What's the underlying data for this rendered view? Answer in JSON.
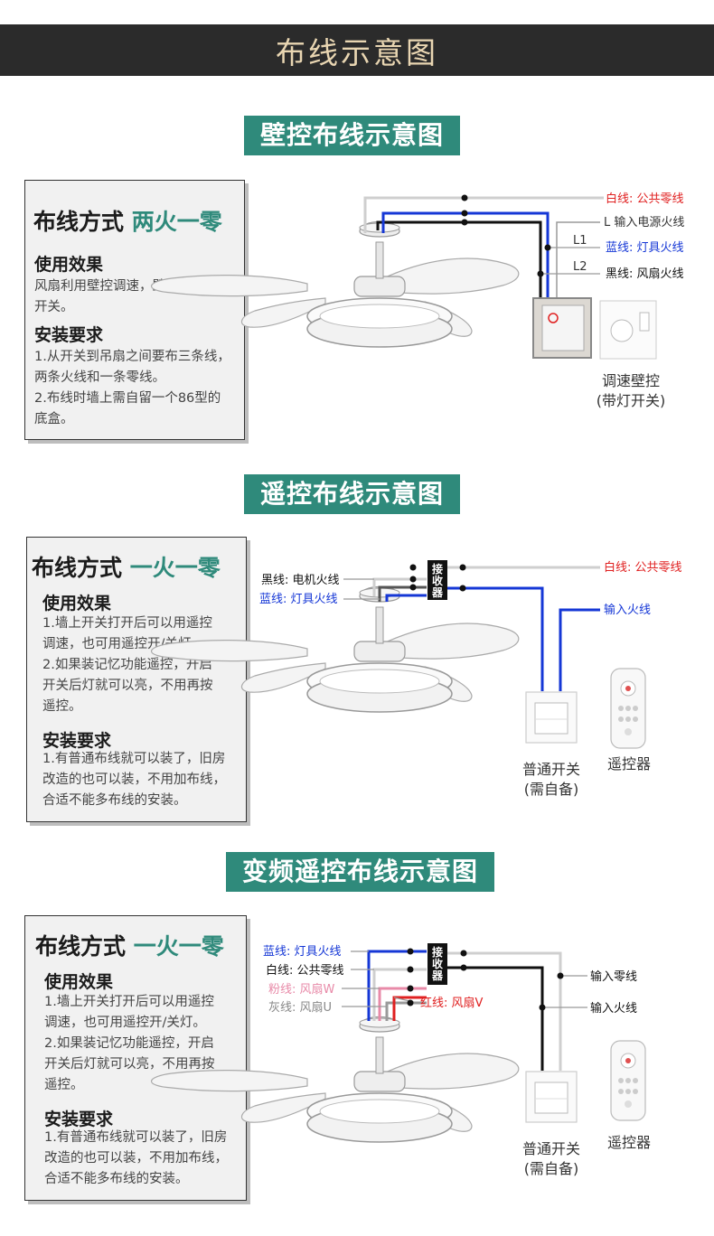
{
  "header": {
    "title": "布线示意图"
  },
  "sections": [
    {
      "title": "壁控布线示意图",
      "method_prefix": "布线方式",
      "method_accent": "两火一零",
      "effect_heading": "使用效果",
      "effect_lines": [
        "风扇利用壁控调速，壁控控制灯具",
        "开关。"
      ],
      "install_heading": "安装要求",
      "install_lines": [
        "1.从开关到吊扇之间要布三条线，",
        "两条火线和一条零线。",
        "2.布线时墙上需自留一个86型的",
        "底盒。"
      ],
      "wires": {
        "white": "白线: 公共零线",
        "input": "L 输入电源火线",
        "blue": "蓝线: 灯具火线",
        "black": "黑线: 风扇火线",
        "l1": "L1",
        "l2": "L2"
      },
      "device_caption": [
        "调速壁控",
        "(带灯开关)"
      ]
    },
    {
      "title": "遥控布线示意图",
      "method_prefix": "布线方式",
      "method_accent": "一火一零",
      "effect_heading": "使用效果",
      "effect_lines": [
        "1.墙上开关打开后可以用遥控",
        "调速，也可用遥控开/关灯。",
        "2.如果装记忆功能遥控，开启",
        "开关后灯就可以亮，不用再按",
        "遥控。"
      ],
      "install_heading": "安装要求",
      "install_lines": [
        "1.有普通布线就可以装了，旧房",
        "改造的也可以装，不用加布线，",
        "合适不能多布线的安装。"
      ],
      "wires": {
        "black": "黑线: 电机火线",
        "blue": "蓝线: 灯具火线",
        "white": "白线: 公共零线",
        "input": "输入火线",
        "receiver": [
          "接",
          "收",
          "器"
        ]
      },
      "switch_caption": [
        "普通开关",
        "(需自备)"
      ],
      "remote_caption": "遥控器"
    },
    {
      "title": "变频遥控布线示意图",
      "method_prefix": "布线方式",
      "method_accent": "一火一零",
      "effect_heading": "使用效果",
      "effect_lines": [
        "1.墙上开关打开后可以用遥控",
        "调速，也可用遥控开/关灯。",
        "2.如果装记忆功能遥控，开启",
        "开关后灯就可以亮，不用再按",
        "遥控。"
      ],
      "install_heading": "安装要求",
      "install_lines": [
        "1.有普通布线就可以装了，旧房",
        "改造的也可以装，不用加布线，",
        "合适不能多布线的安装。"
      ],
      "wires": {
        "blue": "蓝线: 灯具火线",
        "white": "白线: 公共零线",
        "pink": "粉线: 风扇W",
        "gray": "灰线: 风扇U",
        "red": "红线: 风扇V",
        "neutral_in": "输入零线",
        "live_in": "输入火线",
        "receiver": [
          "接",
          "收",
          "器"
        ]
      },
      "switch_caption": [
        "普通开关",
        "(需自备)"
      ],
      "remote_caption": "遥控器"
    }
  ],
  "colors": {
    "accent": "#2f8a7b",
    "header_bg": "#2b2b2b",
    "header_text": "#e9d6b2",
    "wire_blue": "#1537d6",
    "wire_red": "#e02020",
    "wire_black": "#111111",
    "wire_pink": "#e88aa8",
    "wire_gray": "#9a9a9a"
  }
}
